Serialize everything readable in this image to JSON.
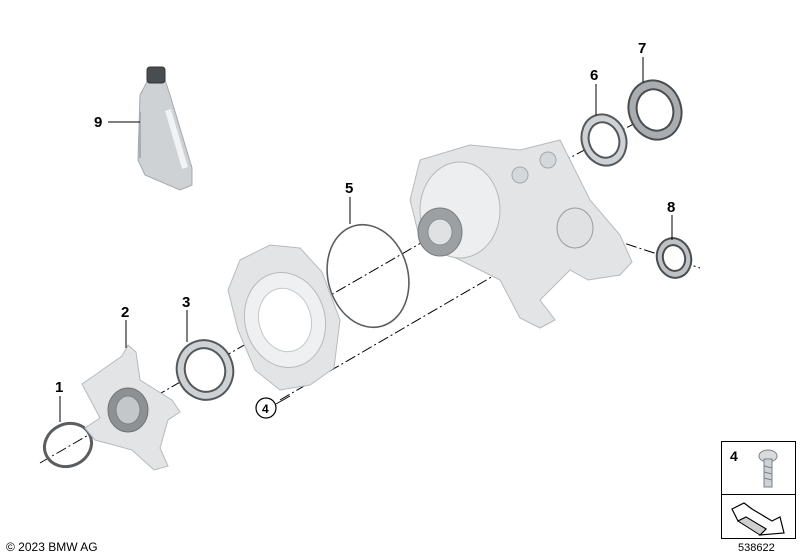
{
  "diagram": {
    "callouts": [
      {
        "id": "1",
        "label": "1"
      },
      {
        "id": "2",
        "label": "2"
      },
      {
        "id": "3",
        "label": "3"
      },
      {
        "id": "4",
        "label": "4"
      },
      {
        "id": "5",
        "label": "5"
      },
      {
        "id": "6",
        "label": "6"
      },
      {
        "id": "7",
        "label": "7"
      },
      {
        "id": "8",
        "label": "8"
      },
      {
        "id": "9",
        "label": "9"
      }
    ]
  },
  "legend": {
    "part_number": "4"
  },
  "footer": {
    "copyright": "© 2023 BMW AG",
    "drawing_number": "538622"
  }
}
